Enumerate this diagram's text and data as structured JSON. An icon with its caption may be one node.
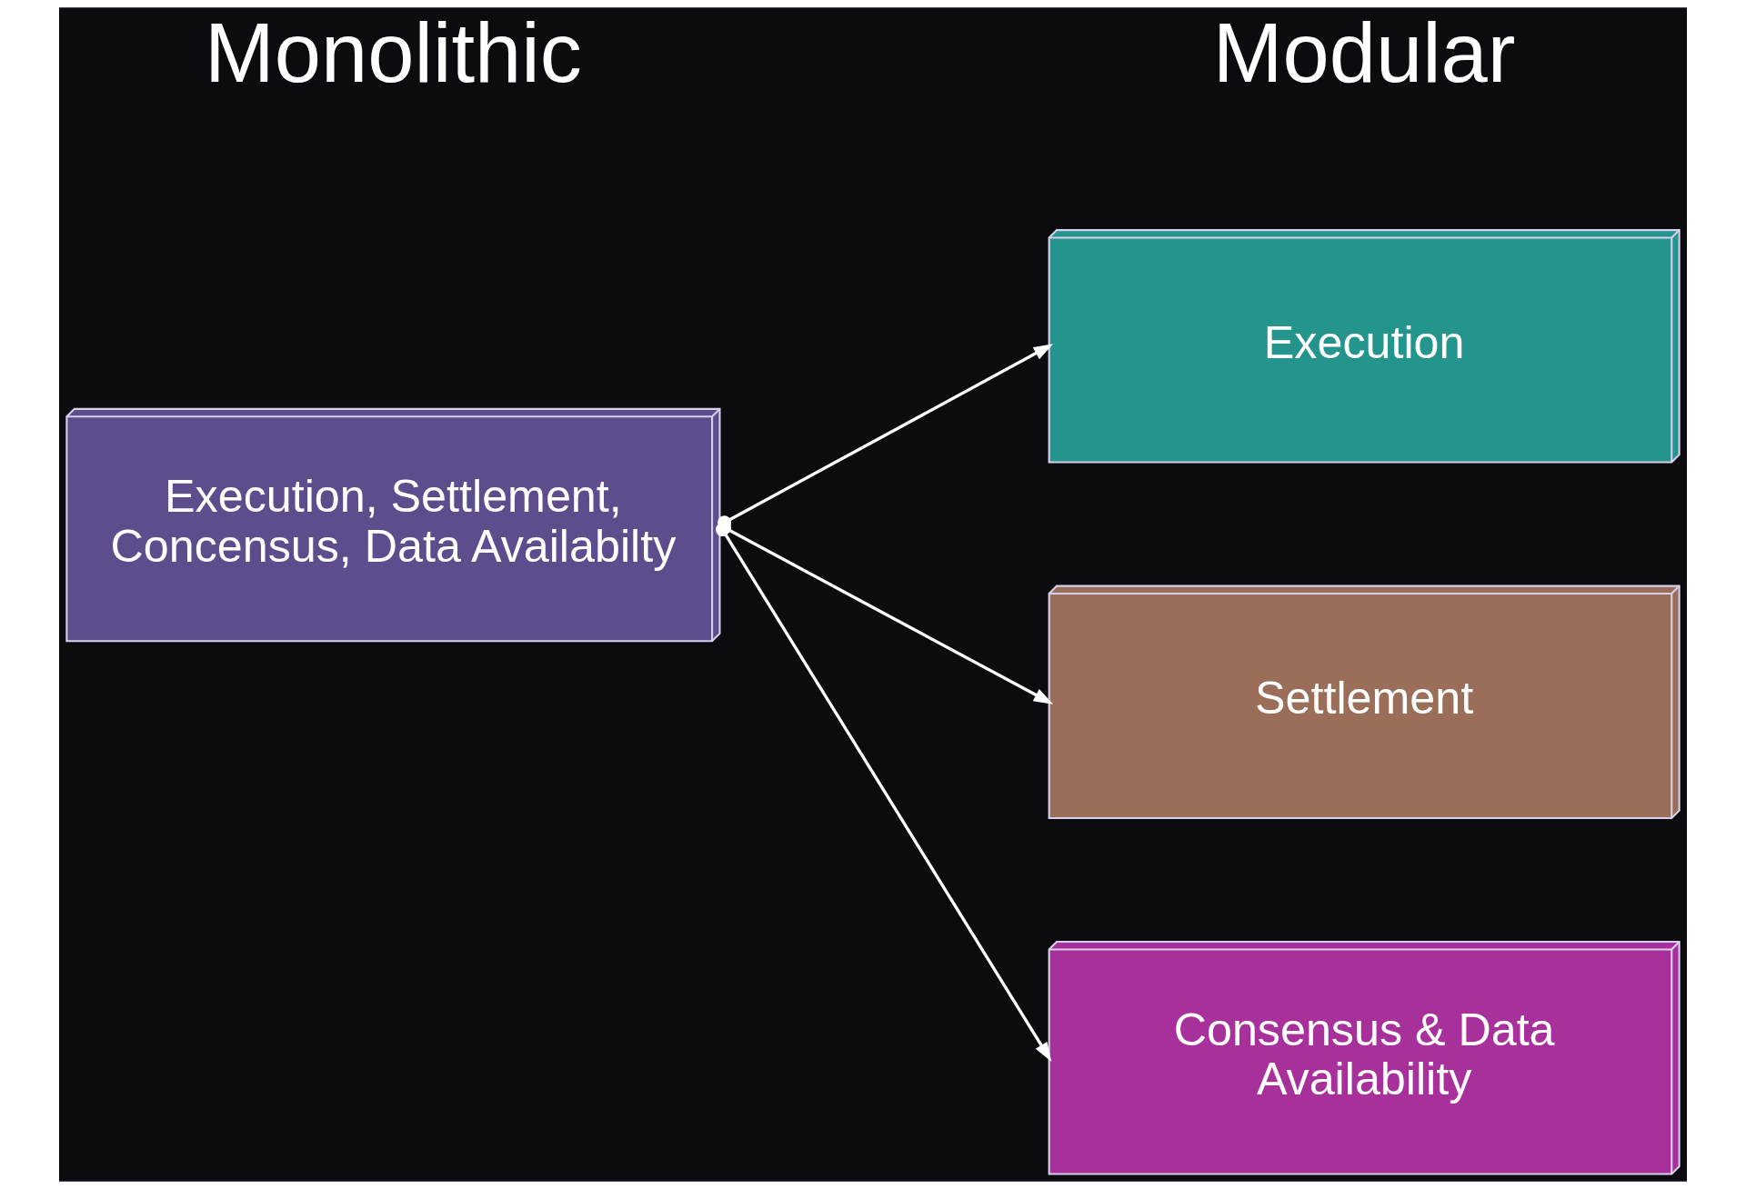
{
  "diagram": {
    "nodes": [
      {
        "text": [
          "Execution, Settlement, Concensus, Data Availabilty"
        ]
      },
      {
        "text": [
          "Execution"
        ]
      },
      {
        "text": [
          "Settlement"
        ]
      },
      {
        "text": [
          "Consensus & Data Availability"
        ]
      }
    ],
    "edges": [
      {
        "from": 0,
        "to": 1,
        "arrow": "to"
      },
      {
        "from": 0,
        "to": 2,
        "arrow": "to"
      },
      {
        "from": 0,
        "to": 3,
        "arrow": "to"
      }
    ],
    "labels": [
      "Monolithic",
      "Modular"
    ]
  }
}
